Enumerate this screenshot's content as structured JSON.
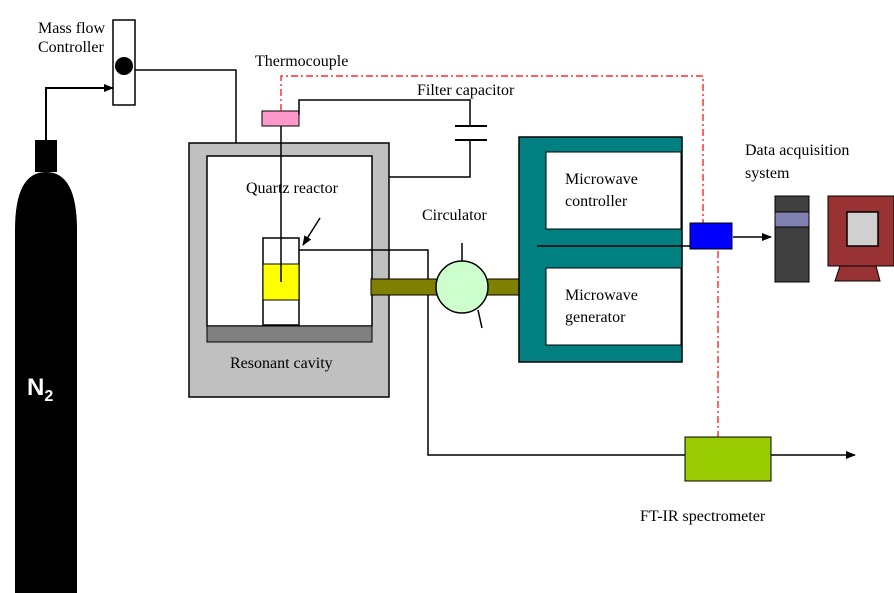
{
  "labels": {
    "mass_flow_line1": "Mass flow",
    "mass_flow_line2": "Controller",
    "thermocouple": "Thermocouple",
    "filter_capacitor": "Filter capacitor",
    "quartz_reactor": "Quartz reactor",
    "circulator": "Circulator",
    "resonant_cavity": "Resonant cavity",
    "microwave_controller_line1": "Microwave",
    "microwave_controller_line2": "controller",
    "microwave_generator_line1": "Microwave",
    "microwave_generator_line2": "generator",
    "data_acq_line1": "Data acquisition",
    "data_acq_line2": "system",
    "ftir": "FT-IR spectrometer",
    "gas_symbol": "N",
    "gas_subscript": "2"
  },
  "colors": {
    "thermocouple": "#ff99cc",
    "sample": "#ffff00",
    "cavity": "#c0c0c0",
    "waveguide": "#808000",
    "circulator": "#ccffcc",
    "microwave_unit": "#008080",
    "daq_interface": "#0000ff",
    "ftir": "#99cc00",
    "signal_line": "#ff0000",
    "computer": "#993333",
    "tower": "#404040",
    "tower_band": "#8080b0"
  }
}
